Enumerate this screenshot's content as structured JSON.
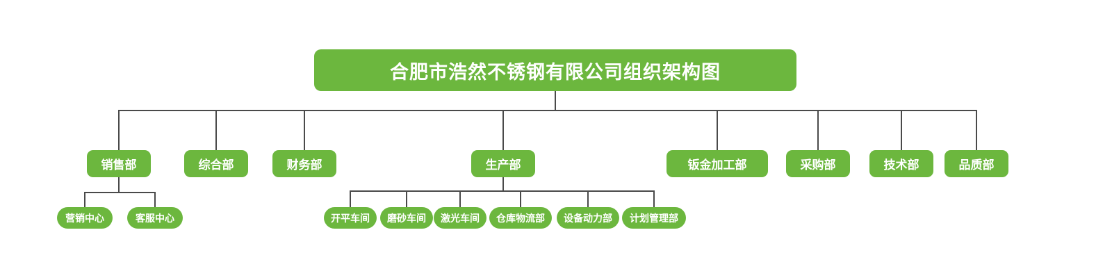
{
  "colors": {
    "node_green": "#6cb73e",
    "connector_gray": "#4a4a4a",
    "node_text": "#ffffff",
    "background": "#ffffff"
  },
  "org_chart": {
    "title": "合肥市浩然不锈钢有限公司组织架构图",
    "departments": [
      {
        "label": "销售部",
        "children": [
          {
            "label": "营销中心"
          },
          {
            "label": "客服中心"
          }
        ]
      },
      {
        "label": "综合部"
      },
      {
        "label": "财务部"
      },
      {
        "label": "生产部",
        "children": [
          {
            "label": "开平车间"
          },
          {
            "label": "磨砂车间"
          },
          {
            "label": "激光车间"
          },
          {
            "label": "仓库物流部"
          },
          {
            "label": "设备动力部"
          },
          {
            "label": "计划管理部"
          }
        ]
      },
      {
        "label": "钣金加工部"
      },
      {
        "label": "采购部"
      },
      {
        "label": "技术部"
      },
      {
        "label": "品质部"
      }
    ]
  }
}
